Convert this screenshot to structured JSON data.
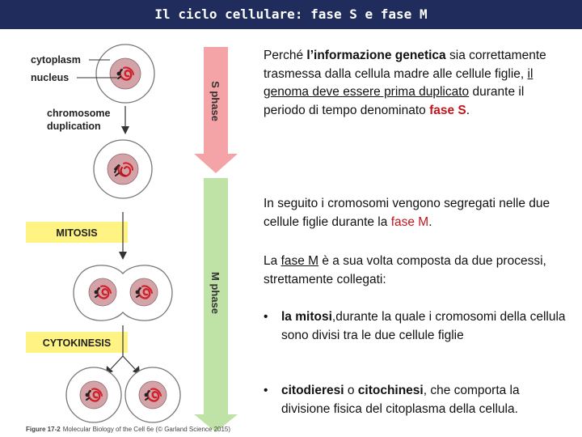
{
  "slide": {
    "title": "Il ciclo cellulare: fase S e fase M"
  },
  "figure": {
    "labels": {
      "cytoplasm": "cytoplasm",
      "nucleus": "nucleus",
      "chromosome": "chromosome",
      "duplication": "duplication",
      "mitosis": "MITOSIS",
      "cytokinesis": "CYTOKINESIS",
      "s_phase": "S phase",
      "m_phase": "M phase"
    },
    "caption_bold": "Figure 17-2",
    "caption_text": "Molecular Biology of the Cell 6e (© Garland Science 2015)",
    "colors": {
      "s_phase_arrow": "#f4a3a6",
      "m_phase_arrow": "#bfe3a6",
      "label_box": "#fff383",
      "nucleus": "#d3a3a8",
      "chromosome": "#d0202a"
    }
  },
  "text": {
    "p1": {
      "a": "Perché ",
      "b_bold": "l’informazione genetica",
      "c": " sia correttamente trasmessa dalla cellula madre alle cellule figlie, ",
      "d_underline": "il genoma deve essere prima duplicato",
      "e": " durante il periodo di tempo denominato ",
      "f_red": "fase S",
      "g": "."
    },
    "p2": {
      "a": "In seguito i cromosomi vengono segregati nelle due cellule figlie durante la ",
      "b_red": "fase M",
      "c": "."
    },
    "p3": {
      "a": "La ",
      "b_underline": "fase M",
      "c": " è a sua volta composta da due processi, strettamente collegati:"
    },
    "bullet_char": "•",
    "bullet1": {
      "a_bold": "la mitosi",
      "b": ",durante la quale i cromosomi della cellula sono divisi tra le due cellule figlie"
    },
    "bullet2": {
      "a_bold": "citodieresi",
      "b": " o ",
      "c_bold": "citochinesi",
      "d": ", che comporta la divisione fisica del citoplasma della cellula."
    }
  }
}
